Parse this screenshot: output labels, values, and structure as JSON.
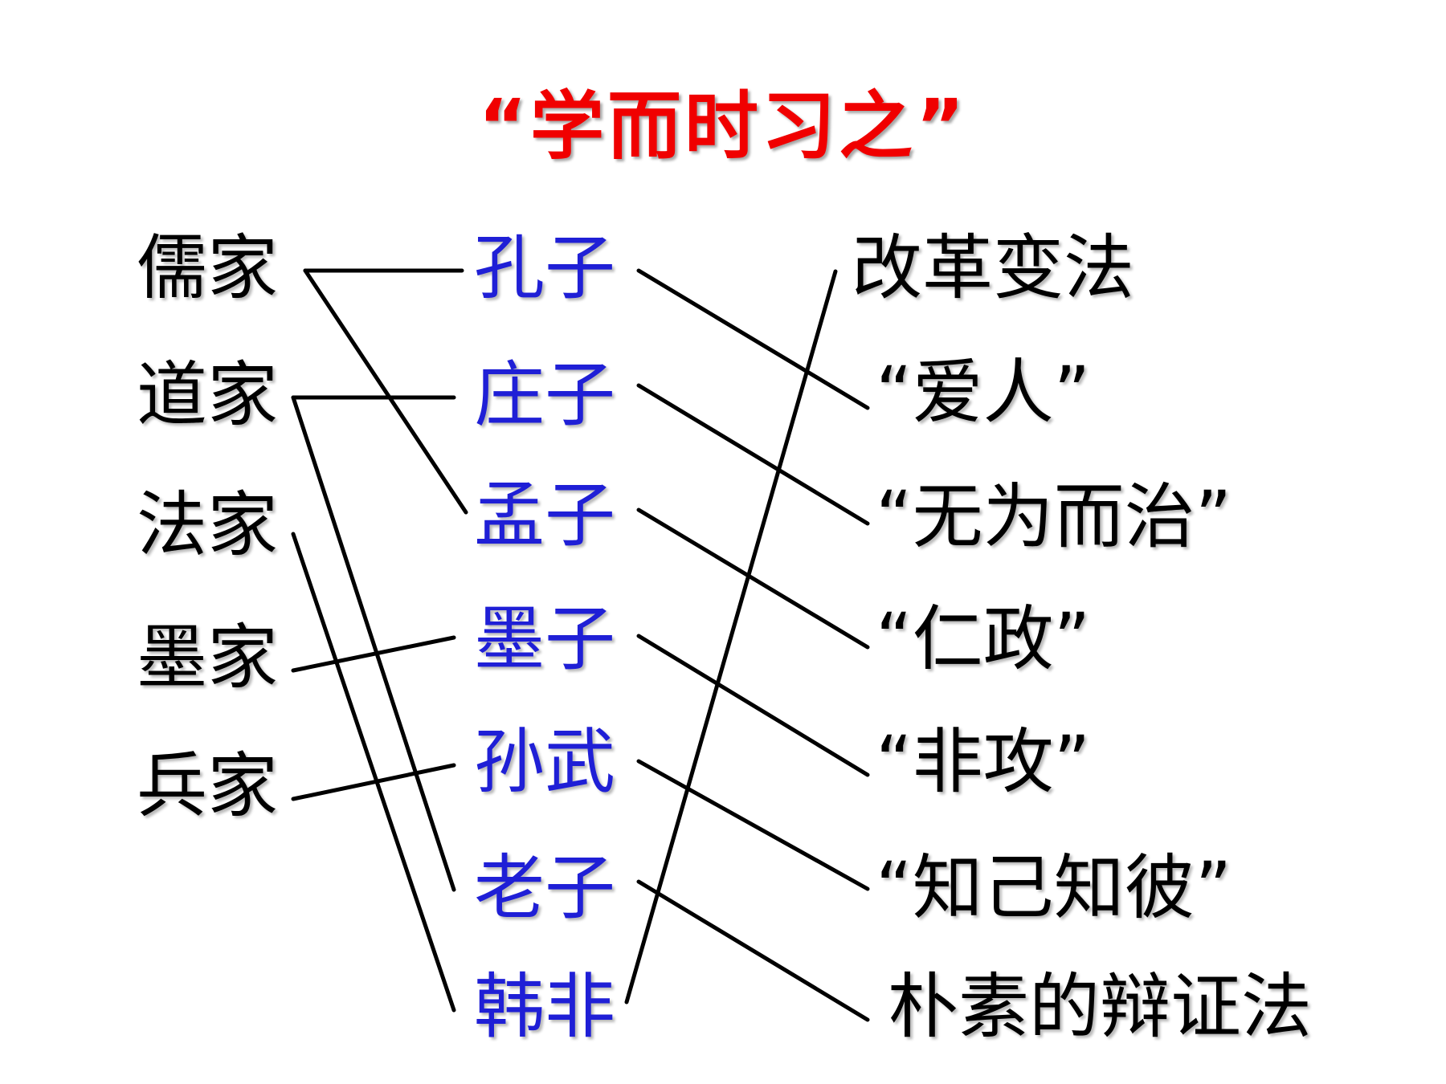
{
  "title": "“学而时习之”",
  "colors": {
    "title": "#f00000",
    "thinker": "#1f1fd6",
    "text": "#000000",
    "line": "#000000"
  },
  "schools": [
    "儒家",
    "道家",
    "法家",
    "墨家",
    "兵家"
  ],
  "thinkers": [
    "孔子",
    "庄子",
    "孟子",
    "墨子",
    "孙武",
    "老子",
    "韩非"
  ],
  "ideas": [
    "改革变法",
    "“爱人”",
    "“无为而治”",
    "“仁政”",
    "“非攻”",
    "“知己知彼”",
    "朴素的辩证法"
  ],
  "links": {
    "school_thinker": [
      [
        0,
        0
      ],
      [
        0,
        2
      ],
      [
        1,
        1
      ],
      [
        1,
        5
      ],
      [
        2,
        6
      ],
      [
        3,
        3
      ],
      [
        4,
        4
      ]
    ],
    "thinker_idea": [
      [
        0,
        1
      ],
      [
        1,
        2
      ],
      [
        2,
        3
      ],
      [
        3,
        4
      ],
      [
        4,
        5
      ],
      [
        5,
        6
      ],
      [
        6,
        0
      ]
    ]
  }
}
